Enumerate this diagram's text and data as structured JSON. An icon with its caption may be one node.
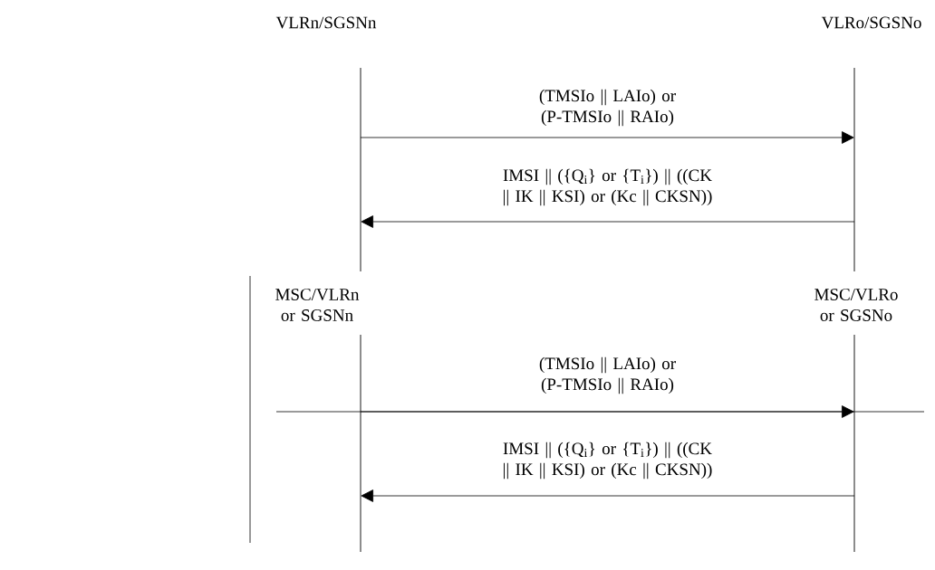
{
  "diagram": {
    "nodes": [
      {
        "text": [
          "VLRn/SGSNn"
        ]
      },
      {
        "text": [
          "VLRo/SGSNo"
        ]
      },
      {
        "text": [
          "MSC/VLRn or SGSNn"
        ]
      },
      {
        "text": [
          "MSC/VLRo or SGSNo"
        ]
      }
    ],
    "edges": [
      {
        "from": 0,
        "to": 1,
        "arrow": "to",
        "label": "(TMSIo || LAIo) or (P-TMSIo || RAIo)"
      },
      {
        "from": 1,
        "to": 0,
        "arrow": "to",
        "label": "IMSI || ({Q$_{i}$} or {T$_{i}$}) || ((CK || IK || KSI) or (Kc || CKSN))"
      },
      {
        "from": 2,
        "to": 3,
        "arrow": "to",
        "label": "(TMSIo || LAIo) or (P-TMSIo || RAIo)"
      },
      {
        "from": 3,
        "to": 2,
        "arrow": "to",
        "label": "IMSI || ({Q$_{i}$} or {T$_{i}$}) || ((CK || IK || KSI) or (Kc || CKSN))"
      }
    ]
  }
}
